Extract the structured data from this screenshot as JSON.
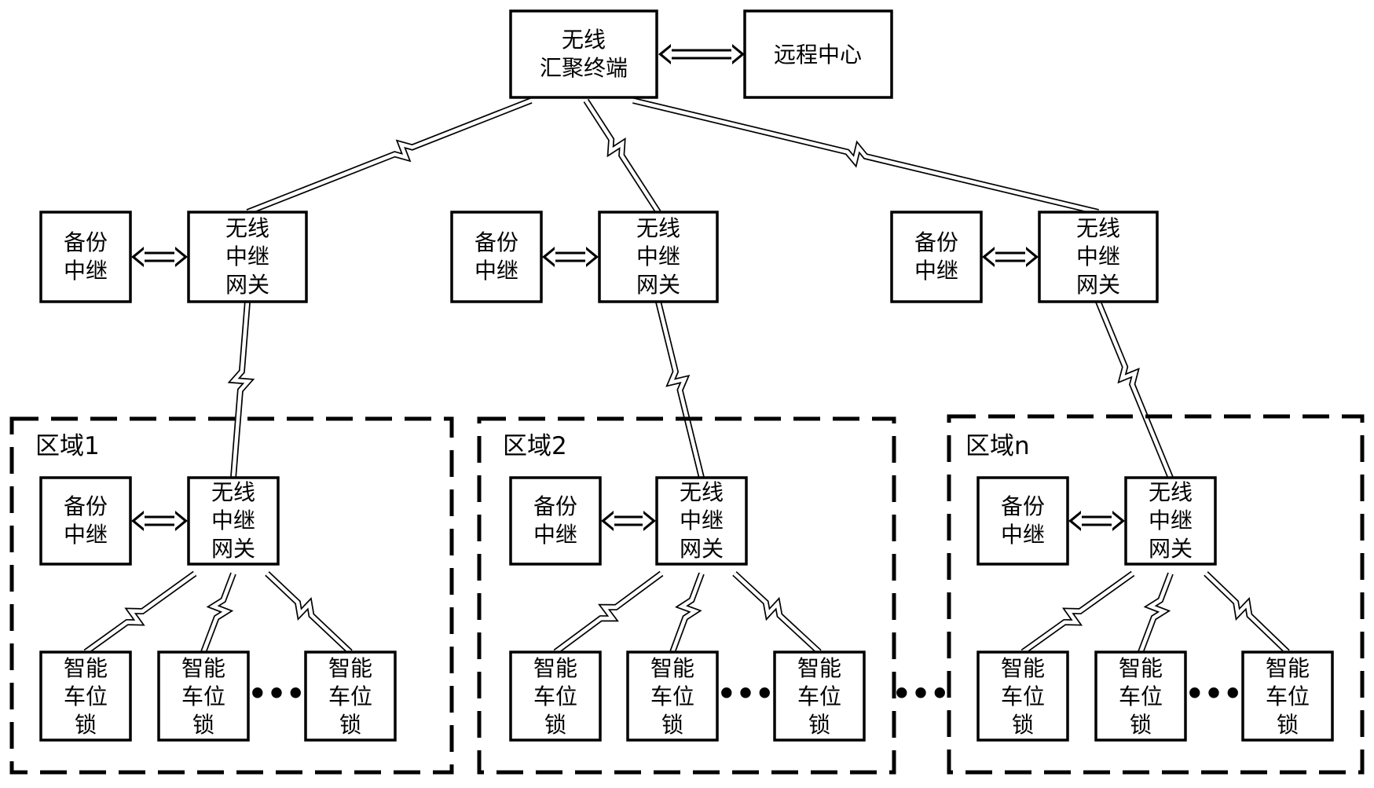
{
  "top": {
    "aggregator": [
      "无线",
      "汇聚终端"
    ],
    "remote_center": [
      "远程中心"
    ]
  },
  "tier1": {
    "backup_relay": [
      "备份",
      "中继"
    ],
    "relay_gateway": [
      "无线",
      "中继",
      "网关"
    ]
  },
  "regions": [
    {
      "label": "区域1",
      "backup_relay": [
        "备份",
        "中继"
      ],
      "relay_gateway": [
        "无线",
        "中继",
        "网关"
      ],
      "lock": [
        "智能",
        "车位",
        "锁"
      ],
      "ellipsis": "•••"
    },
    {
      "label": "区域2",
      "backup_relay": [
        "备份",
        "中继"
      ],
      "relay_gateway": [
        "无线",
        "中继",
        "网关"
      ],
      "lock": [
        "智能",
        "车位",
        "锁"
      ],
      "ellipsis": "•••"
    },
    {
      "label": "区域n",
      "backup_relay": [
        "备份",
        "中继"
      ],
      "relay_gateway": [
        "无线",
        "中继",
        "网关"
      ],
      "lock": [
        "智能",
        "车位",
        "锁"
      ],
      "ellipsis": "•••"
    }
  ],
  "region_ellipsis": "•••"
}
